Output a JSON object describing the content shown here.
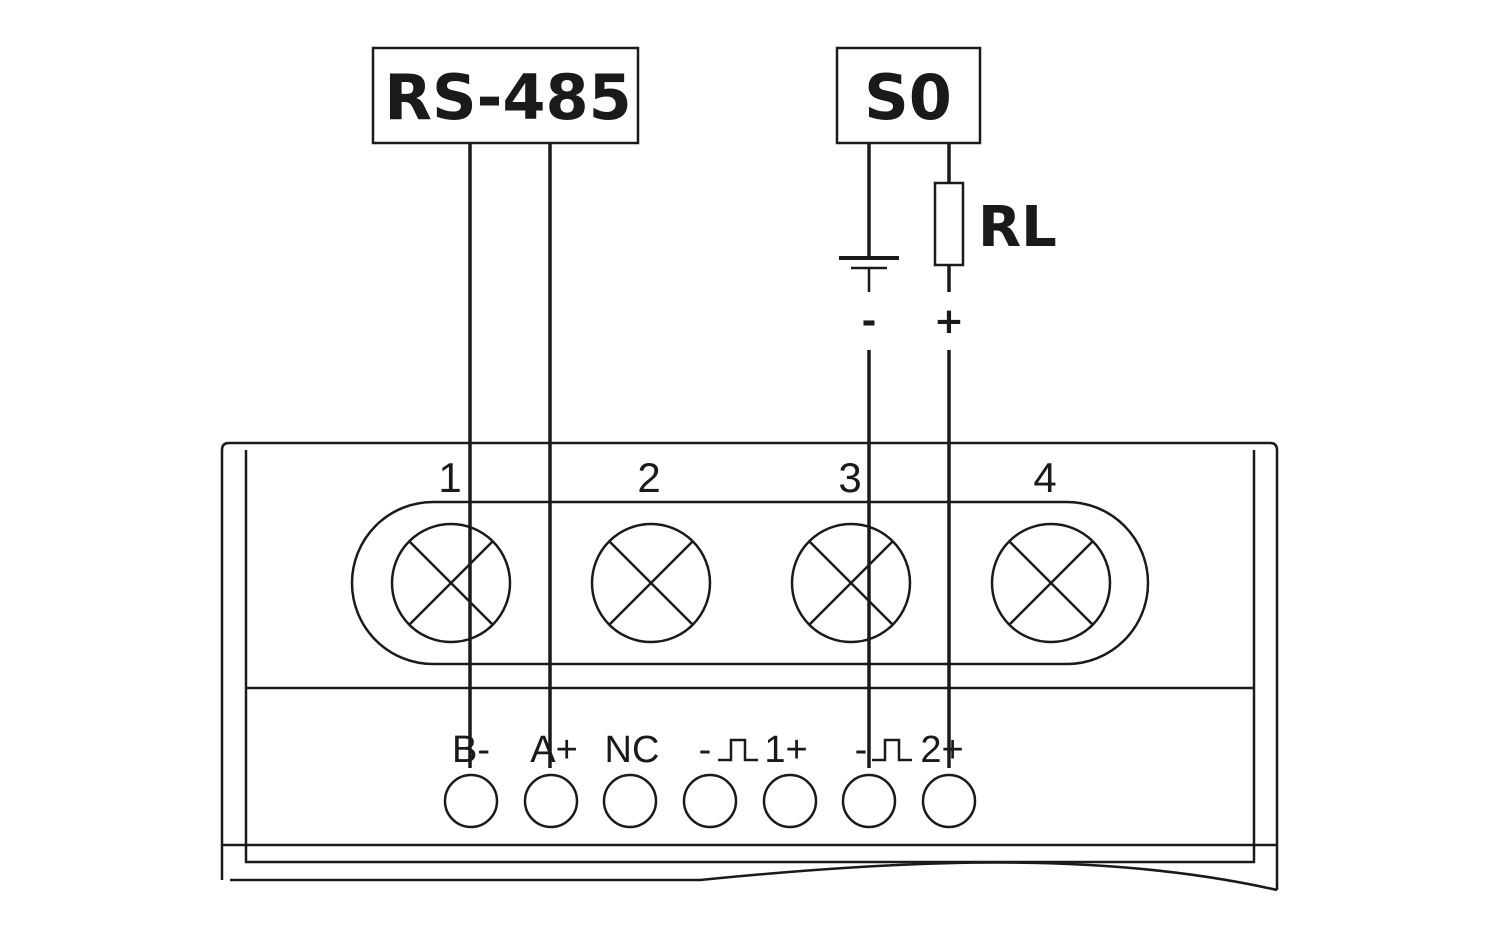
{
  "rs485_box": {
    "label": "RS-485"
  },
  "s0_box": {
    "label": "S0"
  },
  "resistor": {
    "label": "RL"
  },
  "polarity": {
    "minus": "-",
    "plus": "+"
  },
  "screw_terminals": [
    {
      "number": "1"
    },
    {
      "number": "2"
    },
    {
      "number": "3"
    },
    {
      "number": "4"
    }
  ],
  "pin_labels": {
    "b_minus": "B-",
    "a_plus": "A+",
    "nc": "NC",
    "pulse1_minus": "-",
    "pulse1_plus": "1+",
    "pulse2_minus": "-",
    "pulse2_plus": "2+"
  }
}
